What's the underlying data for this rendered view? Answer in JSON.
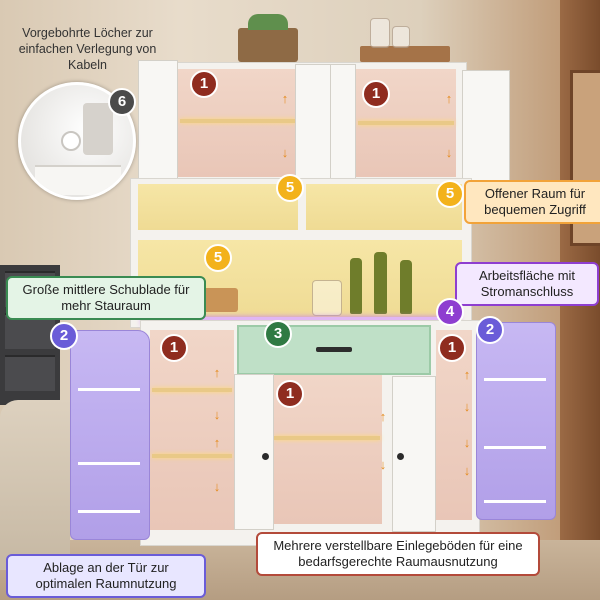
{
  "callouts": {
    "cable_holes": "Vorgebohrte Löcher zur einfachen Verlegung von Kabeln",
    "open_space": "Offener Raum für bequemen Zugriff",
    "middle_drawer": "Große mittlere Schublade für mehr Stauraum",
    "worktop": "Arbeitsfläche mit Stromanschluss",
    "door_storage": "Ablage an der Tür zur optimalen Raumnutzung",
    "adjustable_shelves": "Mehrere verstellbare Einlegeböden für eine bedarfsgerechte Raumausnutzung"
  },
  "badges": {
    "n1": "1",
    "n2": "2",
    "n3": "3",
    "n4": "4",
    "n5": "5",
    "n6": "6"
  },
  "colors": {
    "badge_red": "#8f2c1f",
    "badge_yellow": "#f3b21b",
    "badge_blue": "#6a5cd8",
    "badge_green": "#2f7a43",
    "badge_purple": "#8e3ed0",
    "badge_gray": "#4b4b4b",
    "label_orange_border": "#f2a339"
  }
}
